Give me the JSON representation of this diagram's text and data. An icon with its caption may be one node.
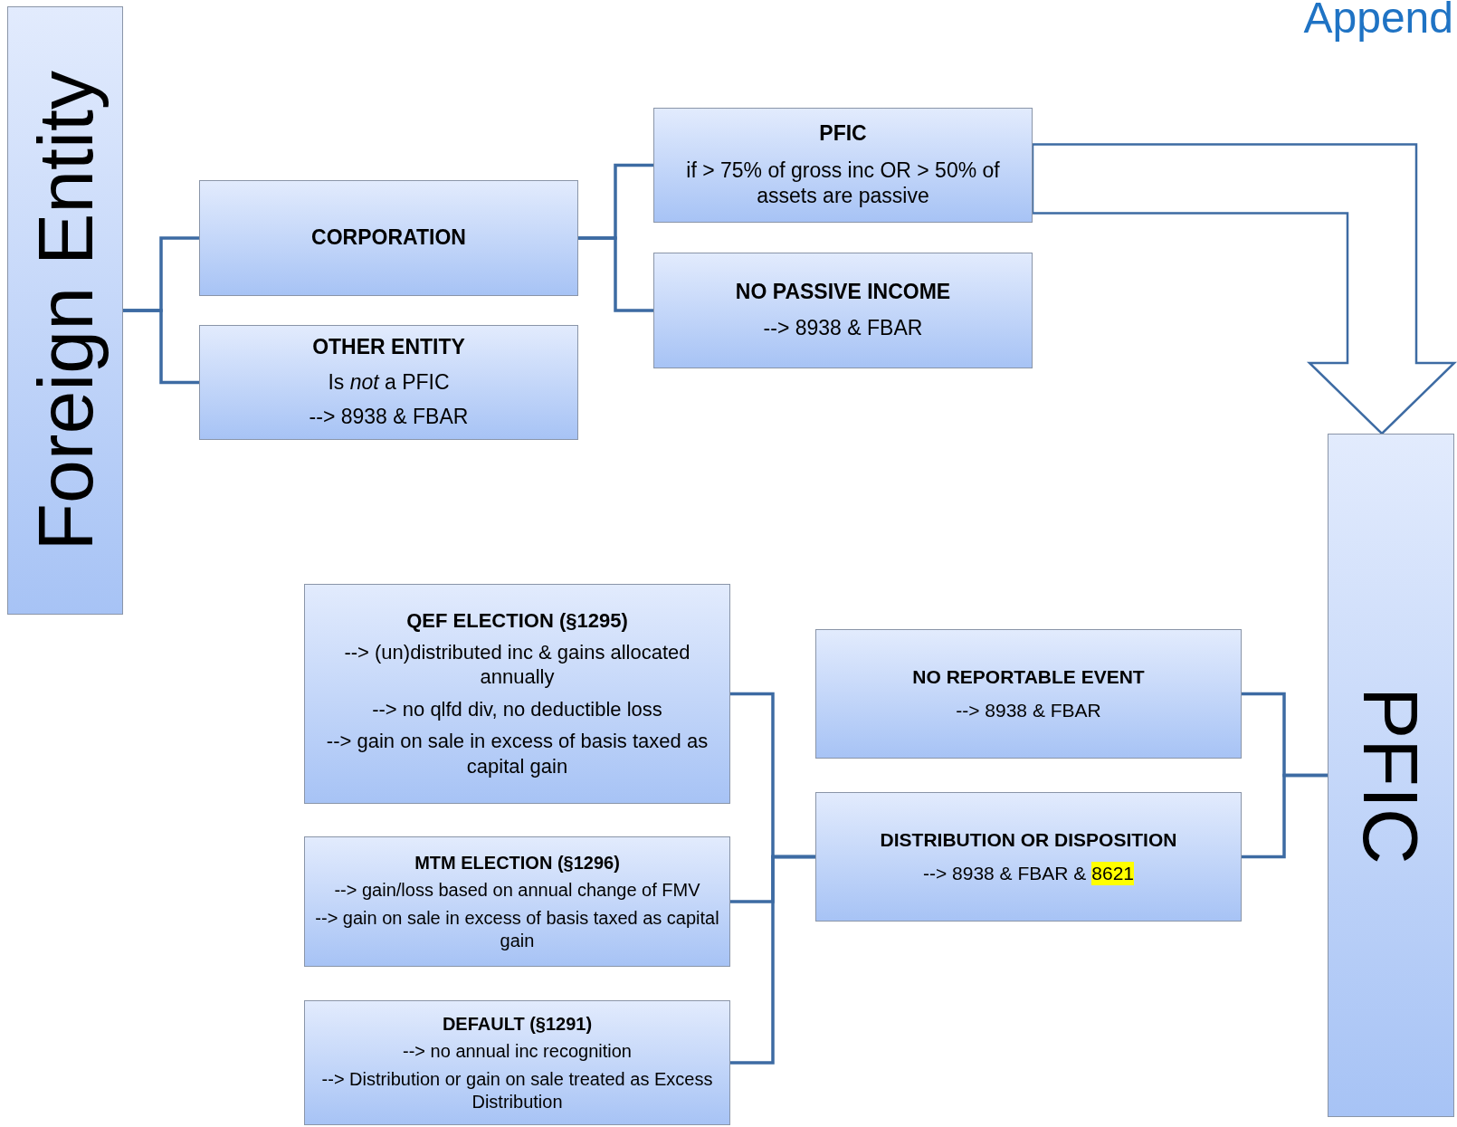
{
  "diagram": {
    "nodes": [
      {
        "text": [
          "Foreign Entity"
        ]
      },
      {
        "text": [
          "CORPORATION"
        ]
      },
      {
        "text": [
          "OTHER ENTITY",
          "Is *not* a PFIC",
          "--> 8938 & FBAR"
        ]
      },
      {
        "text": [
          "PFIC",
          "if > 75% of gross inc OR > 50% of assets are passive"
        ]
      },
      {
        "text": [
          "NO PASSIVE INCOME",
          "--> 8938 & FBAR"
        ]
      },
      {
        "text": [
          "PFIC"
        ]
      },
      {
        "text": [
          "QEF ELECTION (§1295)",
          "--> (un)distributed inc & gains allocated annually",
          "--> no qlfd div, no deductible loss",
          "--> gain on sale in excess of basis taxed as capital gain"
        ]
      },
      {
        "text": [
          "MTM ELECTION (§1296)",
          "--> gain/loss based on annual change of FMV",
          "--> gain on sale in excess of basis taxed as capital gain"
        ]
      },
      {
        "text": [
          "DEFAULT (§1291)",
          "--> no annual inc recognition",
          "--> Distribution or gain on sale treated as Excess Distribution"
        ]
      },
      {
        "text": [
          "NO REPORTABLE EVENT",
          "--> 8938 & FBAR"
        ]
      },
      {
        "text": [
          "DISTRIBUTION OR DISPOSITION",
          "--> 8938 & FBAR &",
          "8621"
        ]
      }
    ],
    "edges": [
      {
        "from": 0,
        "to": 1,
        "arrow": "none"
      },
      {
        "from": 0,
        "to": 2,
        "arrow": "none"
      },
      {
        "from": 1,
        "to": 3,
        "arrow": "none"
      },
      {
        "from": 1,
        "to": 4,
        "arrow": "none"
      },
      {
        "from": 3,
        "to": 5,
        "arrow": "to",
        "style": "thick"
      },
      {
        "from": 5,
        "to": 9,
        "arrow": "none"
      },
      {
        "from": 5,
        "to": 10,
        "arrow": "none"
      },
      {
        "from": 10,
        "to": 6,
        "arrow": "none"
      },
      {
        "from": 10,
        "to": 7,
        "arrow": "none"
      },
      {
        "from": 10,
        "to": 8,
        "arrow": "none"
      }
    ],
    "labels": [
      "Append"
    ]
  }
}
